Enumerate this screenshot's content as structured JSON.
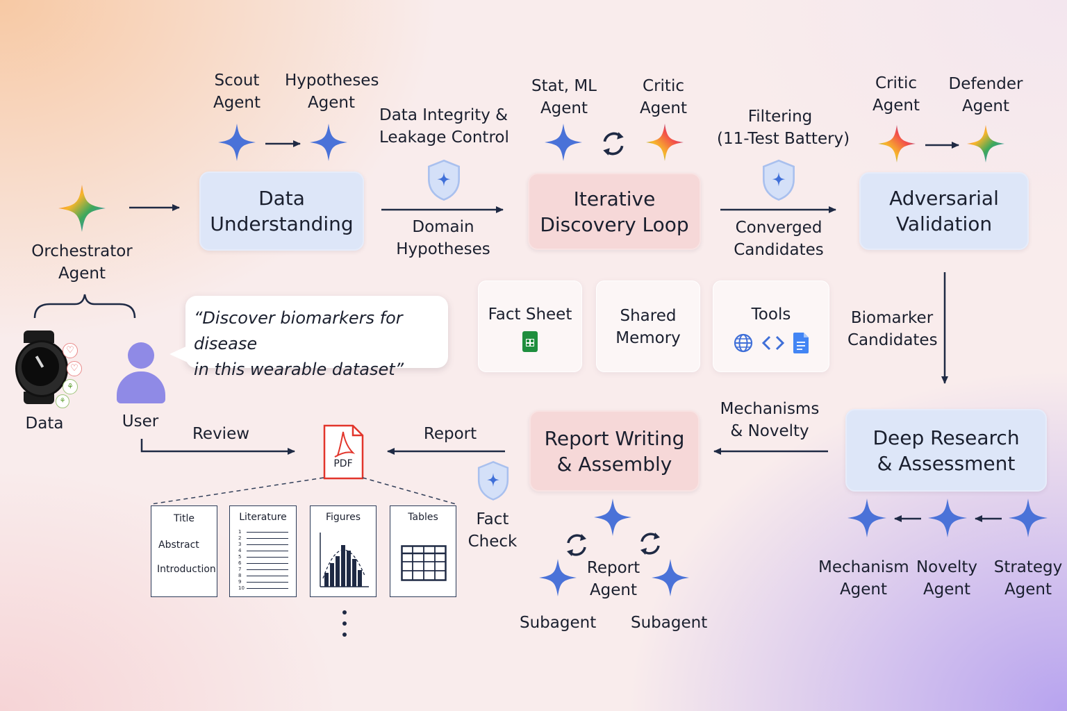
{
  "orchestrator": {
    "line1": "Orchestrator",
    "line2": "Agent"
  },
  "left": {
    "data_label": "Data",
    "user_label": "User",
    "review_label": "Review"
  },
  "bubble": {
    "line1": "“Discover biomarkers for disease",
    "line2": "in this wearable dataset”"
  },
  "top": {
    "scout": {
      "line1": "Scout",
      "line2": "Agent"
    },
    "hypotheses": {
      "line1": "Hypotheses",
      "line2": "Agent"
    },
    "data_understanding": {
      "line1": "Data",
      "line2": "Understanding"
    },
    "integrity": {
      "line1": "Data Integrity &",
      "line2": "Leakage Control"
    },
    "domain": {
      "line1": "Domain",
      "line2": "Hypotheses"
    },
    "stat": {
      "line1": "Stat, ML",
      "line2": "Agent"
    },
    "critic1": {
      "line1": "Critic",
      "line2": "Agent"
    },
    "discovery": {
      "line1": "Iterative",
      "line2": "Discovery Loop"
    },
    "filtering": {
      "line1": "Filtering",
      "line2": "(11-Test Battery)"
    },
    "converged": {
      "line1": "Converged",
      "line2": "Candidates"
    },
    "critic2": {
      "line1": "Critic",
      "line2": "Agent"
    },
    "defender": {
      "line1": "Defender",
      "line2": "Agent"
    },
    "adversarial": {
      "line1": "Adversarial",
      "line2": "Validation"
    }
  },
  "middle": {
    "fact_sheet": "Fact Sheet",
    "shared_memory": {
      "line1": "Shared",
      "line2": "Memory"
    },
    "tools": "Tools",
    "biomarker": {
      "line1": "Biomarker",
      "line2": "Candidates"
    }
  },
  "bottom": {
    "report_label": "Report",
    "pdf_label": "PDF",
    "fact_check": {
      "line1": "Fact",
      "line2": "Check"
    },
    "report_writing": {
      "line1": "Report Writing",
      "line2": "& Assembly"
    },
    "mechanisms": {
      "line1": "Mechanisms",
      "line2": "& Novelty"
    },
    "deep_research": {
      "line1": "Deep Research",
      "line2": "& Assessment"
    },
    "report_agent": {
      "line1": "Report",
      "line2": "Agent"
    },
    "subagent_left": "Subagent",
    "subagent_right": "Subagent",
    "mechanism_agent": {
      "line1": "Mechanism",
      "line2": "Agent"
    },
    "novelty_agent": {
      "line1": "Novelty",
      "line2": "Agent"
    },
    "strategy_agent": {
      "line1": "Strategy",
      "line2": "Agent"
    }
  },
  "docs": {
    "title": "Title",
    "abstract": "Abstract",
    "introduction": "Introduction",
    "literature": "Literature",
    "figures": "Figures",
    "tables": "Tables",
    "lit_numbers": [
      "1",
      "2",
      "3",
      "4",
      "5",
      "6",
      "7",
      "8",
      "9",
      "10"
    ]
  },
  "colors": {
    "star_blue": "#4a72d8",
    "arrow": "#1f2a44",
    "pdf_red": "#e2352b",
    "shield": "#cfdcf6",
    "sheets_green": "#1e8e3e",
    "docs_blue": "#4285f4"
  }
}
